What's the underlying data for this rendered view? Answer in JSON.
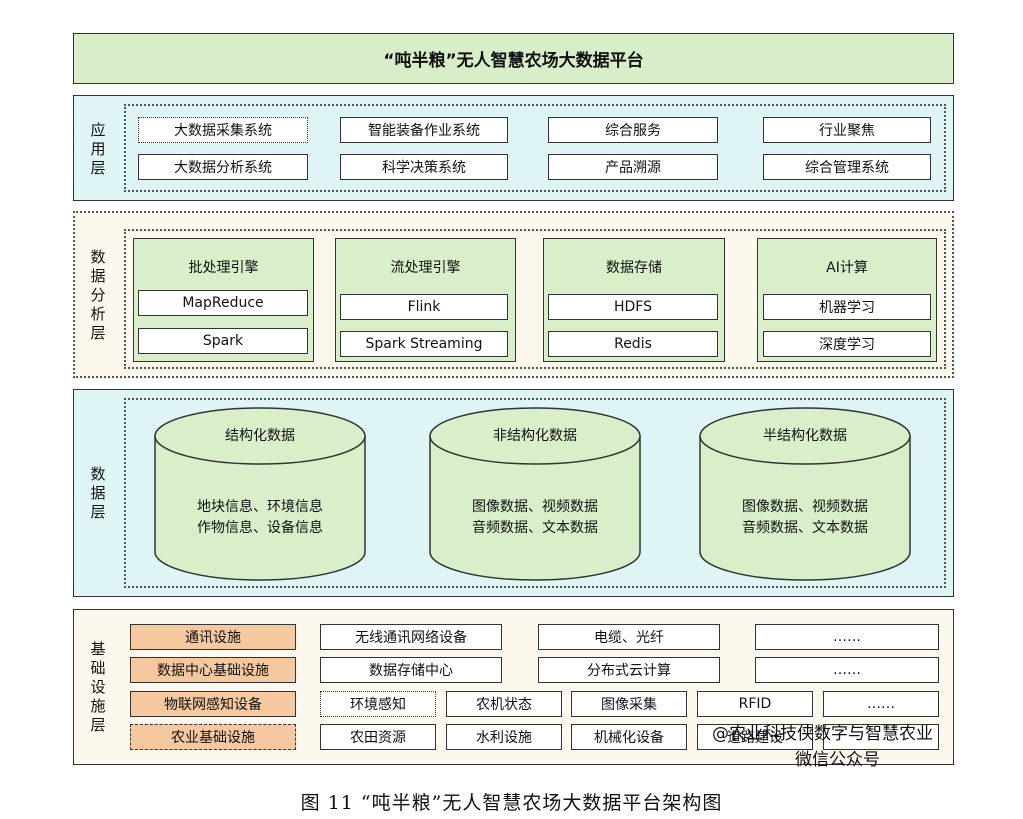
{
  "title": "“吨半粮”无人智慧农场大数据平台",
  "app_layer": {
    "label": "应用层",
    "row1": [
      "大数据采集系统",
      "智能装备作业系统",
      "综合服务",
      "行业聚焦"
    ],
    "row2": [
      "大数据分析系统",
      "科学决策系统",
      "产品溯源",
      "综合管理系统"
    ]
  },
  "analysis_layer": {
    "label": "数据分析层",
    "engines": [
      {
        "name": "批处理引擎",
        "items": [
          "MapReduce",
          "Spark"
        ]
      },
      {
        "name": "流处理引擎",
        "items": [
          "Flink",
          "Spark Streaming"
        ]
      },
      {
        "name": "数据存储",
        "items": [
          "HDFS",
          "Redis"
        ]
      },
      {
        "name": "AI计算",
        "items": [
          "机器学习",
          "深度学习"
        ]
      }
    ]
  },
  "data_layer": {
    "label": "数据层",
    "stores": [
      {
        "name": "结构化数据",
        "line1": "地块信息、环境信息",
        "line2": "作物信息、设备信息"
      },
      {
        "name": "非结构化数据",
        "line1": "图像数据、视频数据",
        "line2": "音频数据、文本数据"
      },
      {
        "name": "半结构化数据",
        "line1": "图像数据、视频数据",
        "line2": "音频数据、文本数据"
      }
    ]
  },
  "infra_layer": {
    "label": "基础设施层",
    "categories": [
      "通讯设施",
      "数据中心基础设施",
      "物联网感知设备",
      "农业基础设施"
    ],
    "row1": [
      "无线通讯网络设备",
      "电缆、光纤",
      "……"
    ],
    "row2": [
      "数据存储中心",
      "分布式云计算",
      "……"
    ],
    "row3": [
      "环境感知",
      "农机状态",
      "图像采集",
      "RFID",
      "……"
    ],
    "row4": [
      "农田资源",
      "水利设施",
      "机械化设备",
      "道路建设"
    ]
  },
  "watermark": {
    "line1": "@农业科技侠数字与智慧农业",
    "line2": "微信公众号"
  },
  "caption": "图 11 “吨半粮”无人智慧农场大数据平台架构图"
}
